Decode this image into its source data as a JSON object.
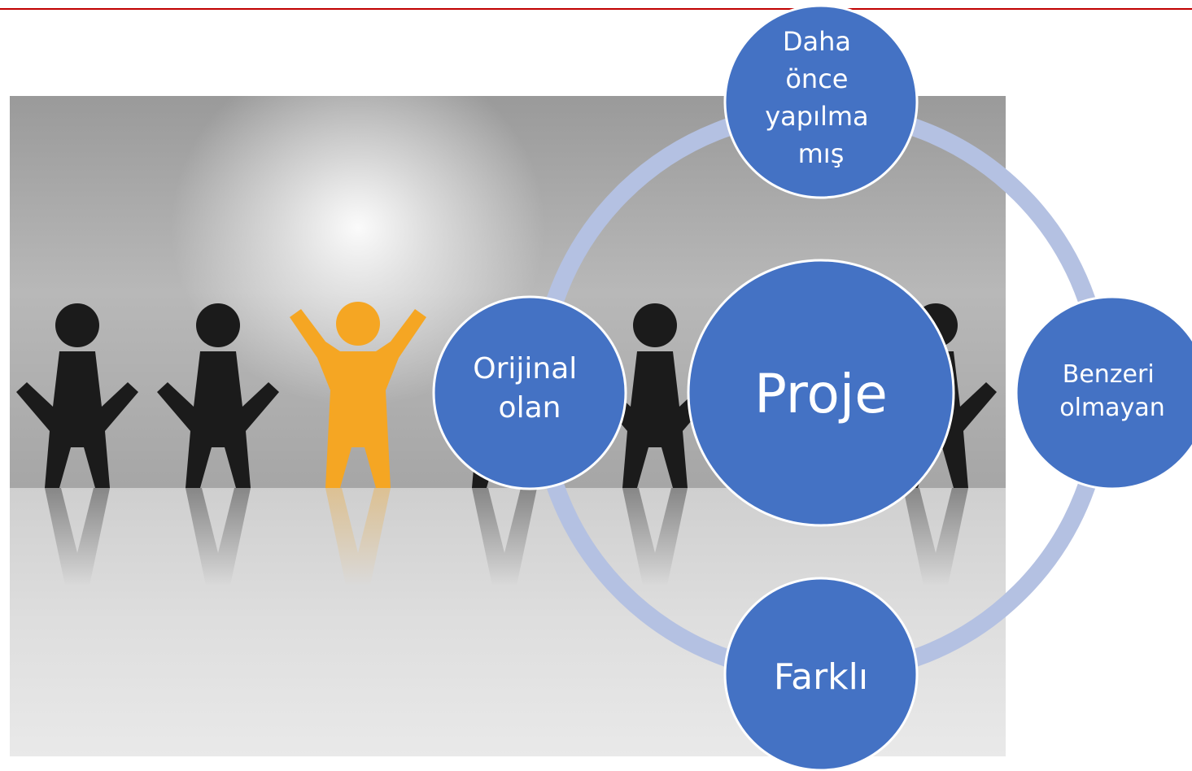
{
  "slide": {
    "accent_line_color": "#c00000",
    "photo": {
      "subject": "row of stick figures, one orange figure raising arms in spotlight",
      "highlight_color": "#f5a623",
      "figure_color": "#1b1b1b"
    }
  },
  "diagram": {
    "type": "cycle-with-center",
    "ring_color": "#b4c1e2",
    "node_color": "#4472c4",
    "node_border_color": "#ffffff",
    "text_color": "#ffffff",
    "center": {
      "label": "Proje"
    },
    "nodes": [
      {
        "id": "top",
        "lines": [
          "Daha",
          "önce",
          "yapılma",
          "mış"
        ]
      },
      {
        "id": "right",
        "lines": [
          "Benzeri",
          "olmayan"
        ]
      },
      {
        "id": "bottom",
        "lines": [
          "Farklı"
        ]
      },
      {
        "id": "left",
        "lines": [
          "Orijinal",
          "olan"
        ]
      }
    ]
  }
}
